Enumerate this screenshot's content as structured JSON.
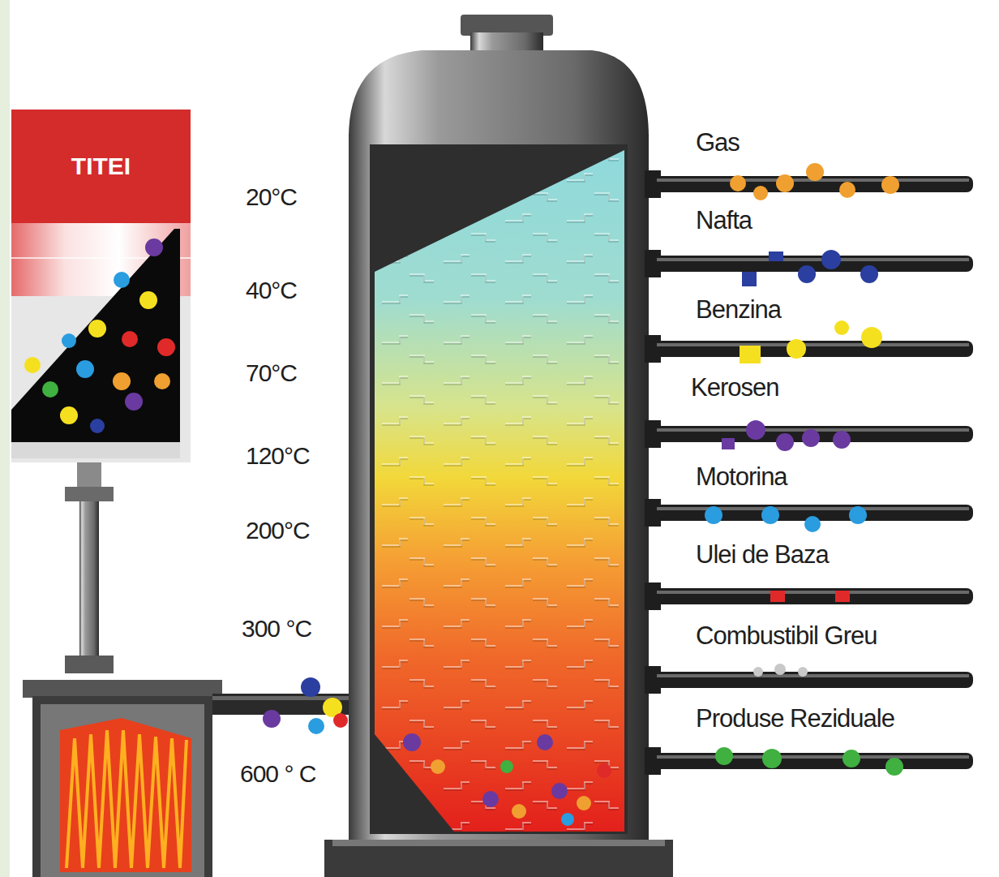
{
  "diagram": {
    "nodes": [
      {
        "text": [
          "TITEI"
        ]
      }
    ],
    "labels": [
      "20°C",
      "40°C",
      "70°C",
      "120°C",
      "200°C",
      "300 °C",
      "600 ° C",
      "Gas",
      "Nafta",
      "Benzina",
      "Kerosen",
      "Motorina",
      "Ulei de Baza",
      "Combustibil Greu",
      "Produse Reziduale"
    ]
  }
}
